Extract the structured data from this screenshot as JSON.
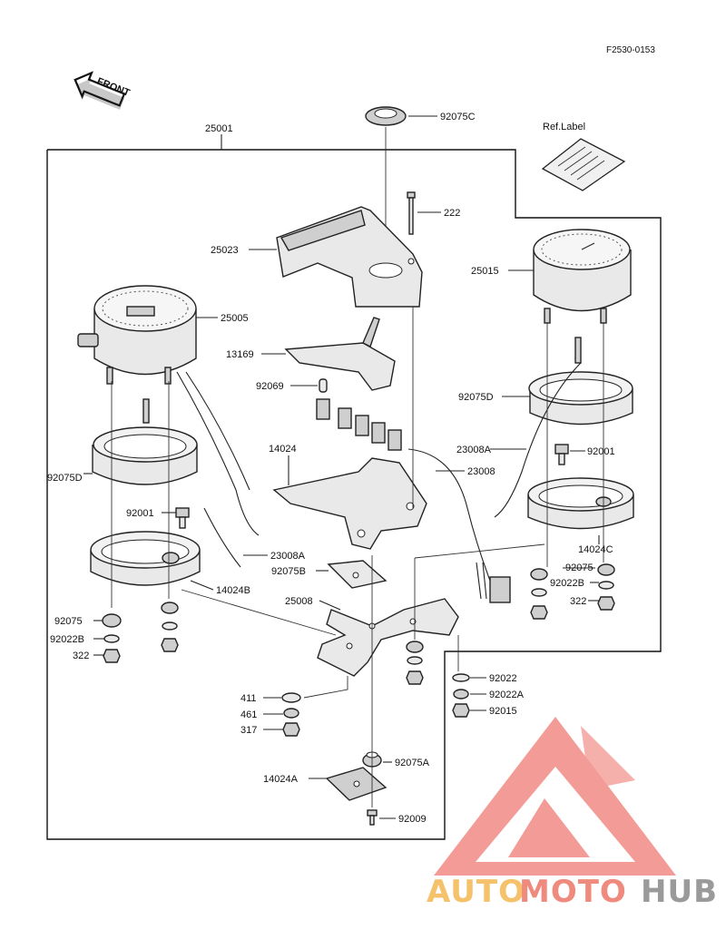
{
  "diagram": {
    "code": "F2530-0153",
    "front_label": "FRONT",
    "ref_label": "Ref.Label",
    "parts": {
      "p92075C": "92075C",
      "p25001": "25001",
      "p222": "222",
      "p25023": "25023",
      "p25015": "25015",
      "p25005": "25005",
      "p13169": "13169",
      "p92069": "92069",
      "p92075D_r": "92075D",
      "p92075D_l": "92075D",
      "p23008A_r": "23008A",
      "p92001_r": "92001",
      "p14024": "14024",
      "p23008": "23008",
      "p92001_l": "92001",
      "p14024C": "14024C",
      "p23008A_l": "23008A",
      "p92075B": "92075B",
      "p92075_r": "92075",
      "p92022B_r": "92022B",
      "p322_r": "322",
      "p14024B": "14024B",
      "p25008": "25008",
      "p92075_l": "92075",
      "p92022B_l": "92022B",
      "p322_l": "322",
      "p92022": "92022",
      "p92022A": "92022A",
      "p92015": "92015",
      "p411": "411",
      "p461": "461",
      "p317": "317",
      "p92075A": "92075A",
      "p14024A": "14024A",
      "p92009": "92009"
    }
  },
  "watermark": {
    "part1": "AUTO",
    "part2": "MOTO",
    "part3": "HUB",
    "color_auto": "#f5c16a",
    "color_moto": "#ef8a7e",
    "color_hub": "#9a9a9a",
    "logo_color": "#f07a74"
  }
}
